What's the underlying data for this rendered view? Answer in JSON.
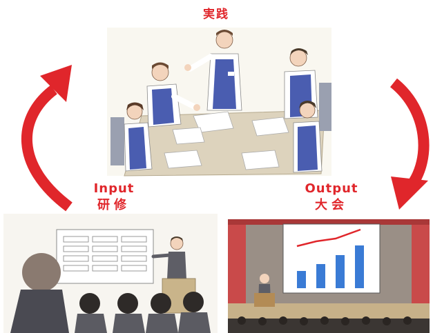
{
  "labels": {
    "practice": "実践",
    "input_en": "Input",
    "input_jp": "研修",
    "output_en": "Output",
    "output_jp": "大会"
  },
  "colors": {
    "accent_red": "#e0262b",
    "uniform_blue": "#4a5db0",
    "chart_bar_blue": "#3a7bd5",
    "chart_line_red": "#e0262b",
    "stage_curtain": "#c94a4a"
  },
  "icons": [
    "cycle-arrow-left",
    "cycle-arrow-right"
  ]
}
